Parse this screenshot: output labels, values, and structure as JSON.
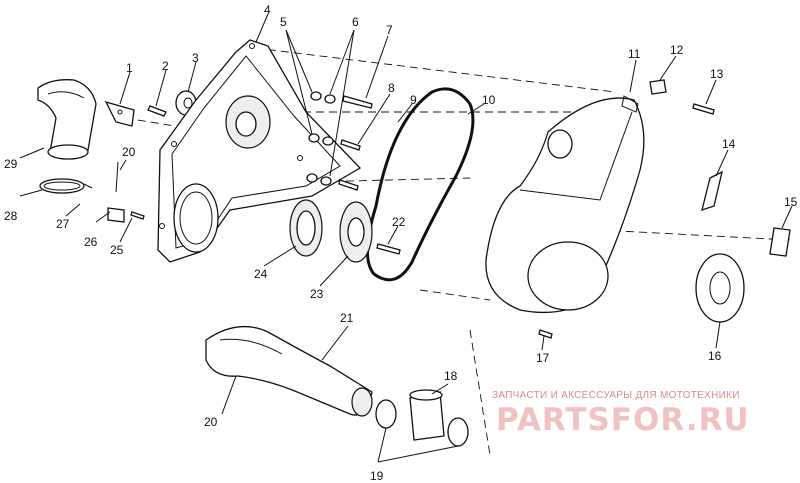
{
  "diagram": {
    "callouts": [
      "1",
      "2",
      "3",
      "4",
      "5",
      "6",
      "7",
      "8",
      "9",
      "10",
      "11",
      "12",
      "13",
      "14",
      "15",
      "16",
      "17",
      "18",
      "19",
      "20",
      "20",
      "21",
      "22",
      "23",
      "24",
      "25",
      "26",
      "27",
      "28",
      "29"
    ]
  },
  "watermark": {
    "tagline": "ЗАПЧАСТИ И АКСЕССУАРЫ ДЛЯ МОТОТЕХНИКИ",
    "logo": "PARTSFOR.RU"
  }
}
